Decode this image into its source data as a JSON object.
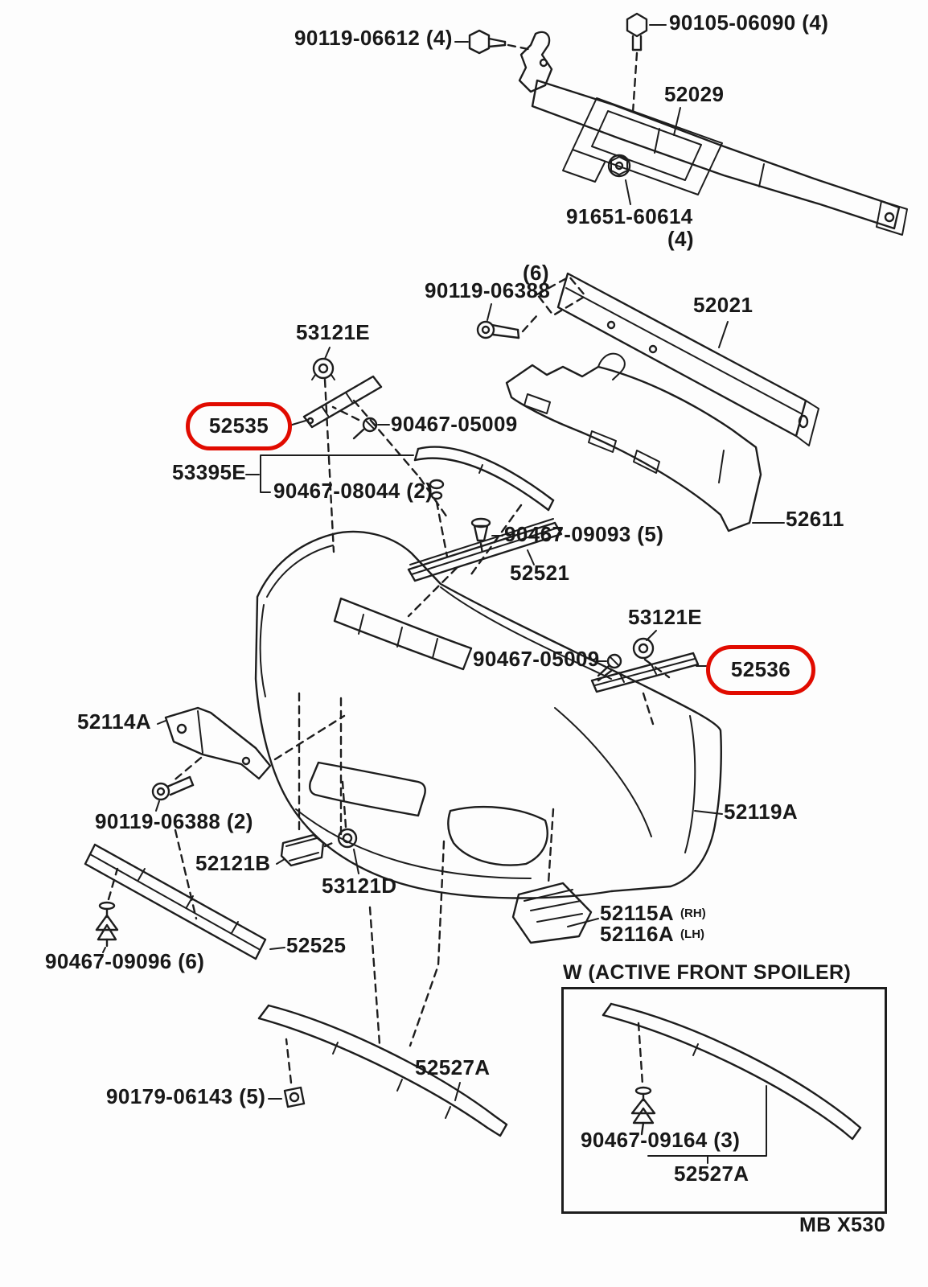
{
  "diagram": {
    "figure_code": "MB X530",
    "spoiler_box_title": "W (ACTIVE FRONT SPOILER)",
    "highlight_color": "#e10b00"
  },
  "callouts": {
    "bolt_top_left": "90119-06612 (4)",
    "bolt_top_right": "90105-06090 (4)",
    "front_end_support": "52029",
    "support_clip": "91651-60614",
    "support_clip_qty": "(4)",
    "reinf_bolt_qty": "(6)",
    "reinf_bolt": "90119-06388",
    "bumper_reinforcement": "52021",
    "nut_left": "53121E",
    "retainer_left": "52535",
    "screw_left": "90467-05009",
    "moulding": "53395E",
    "moulding_grommet": "90467-08044 (2)",
    "absorber_upper": "52611",
    "center_grommet": "90467-09093 (5)",
    "retainer_center": "52521",
    "nut_right": "53121E",
    "screw_right": "90467-05009",
    "retainer_right": "52536",
    "arm_bracket": "52114A",
    "arm_bolt": "90119-06388 (2)",
    "bumper_cover": "52119A",
    "lower_bracket": "52121B",
    "lower_nut": "53121D",
    "lower_clip": "90467-09096 (6)",
    "lower_stiffener": "52525",
    "bracket_rh": "52115A",
    "bracket_rh_side": "(RH)",
    "bracket_lh": "52116A",
    "bracket_lh_side": "(LH)",
    "spoiler_clip_left": "90179-06143 (5)",
    "front_spoiler": "52527A",
    "spoiler_box_clip": "90467-09164 (3)",
    "spoiler_box_part": "52527A"
  }
}
